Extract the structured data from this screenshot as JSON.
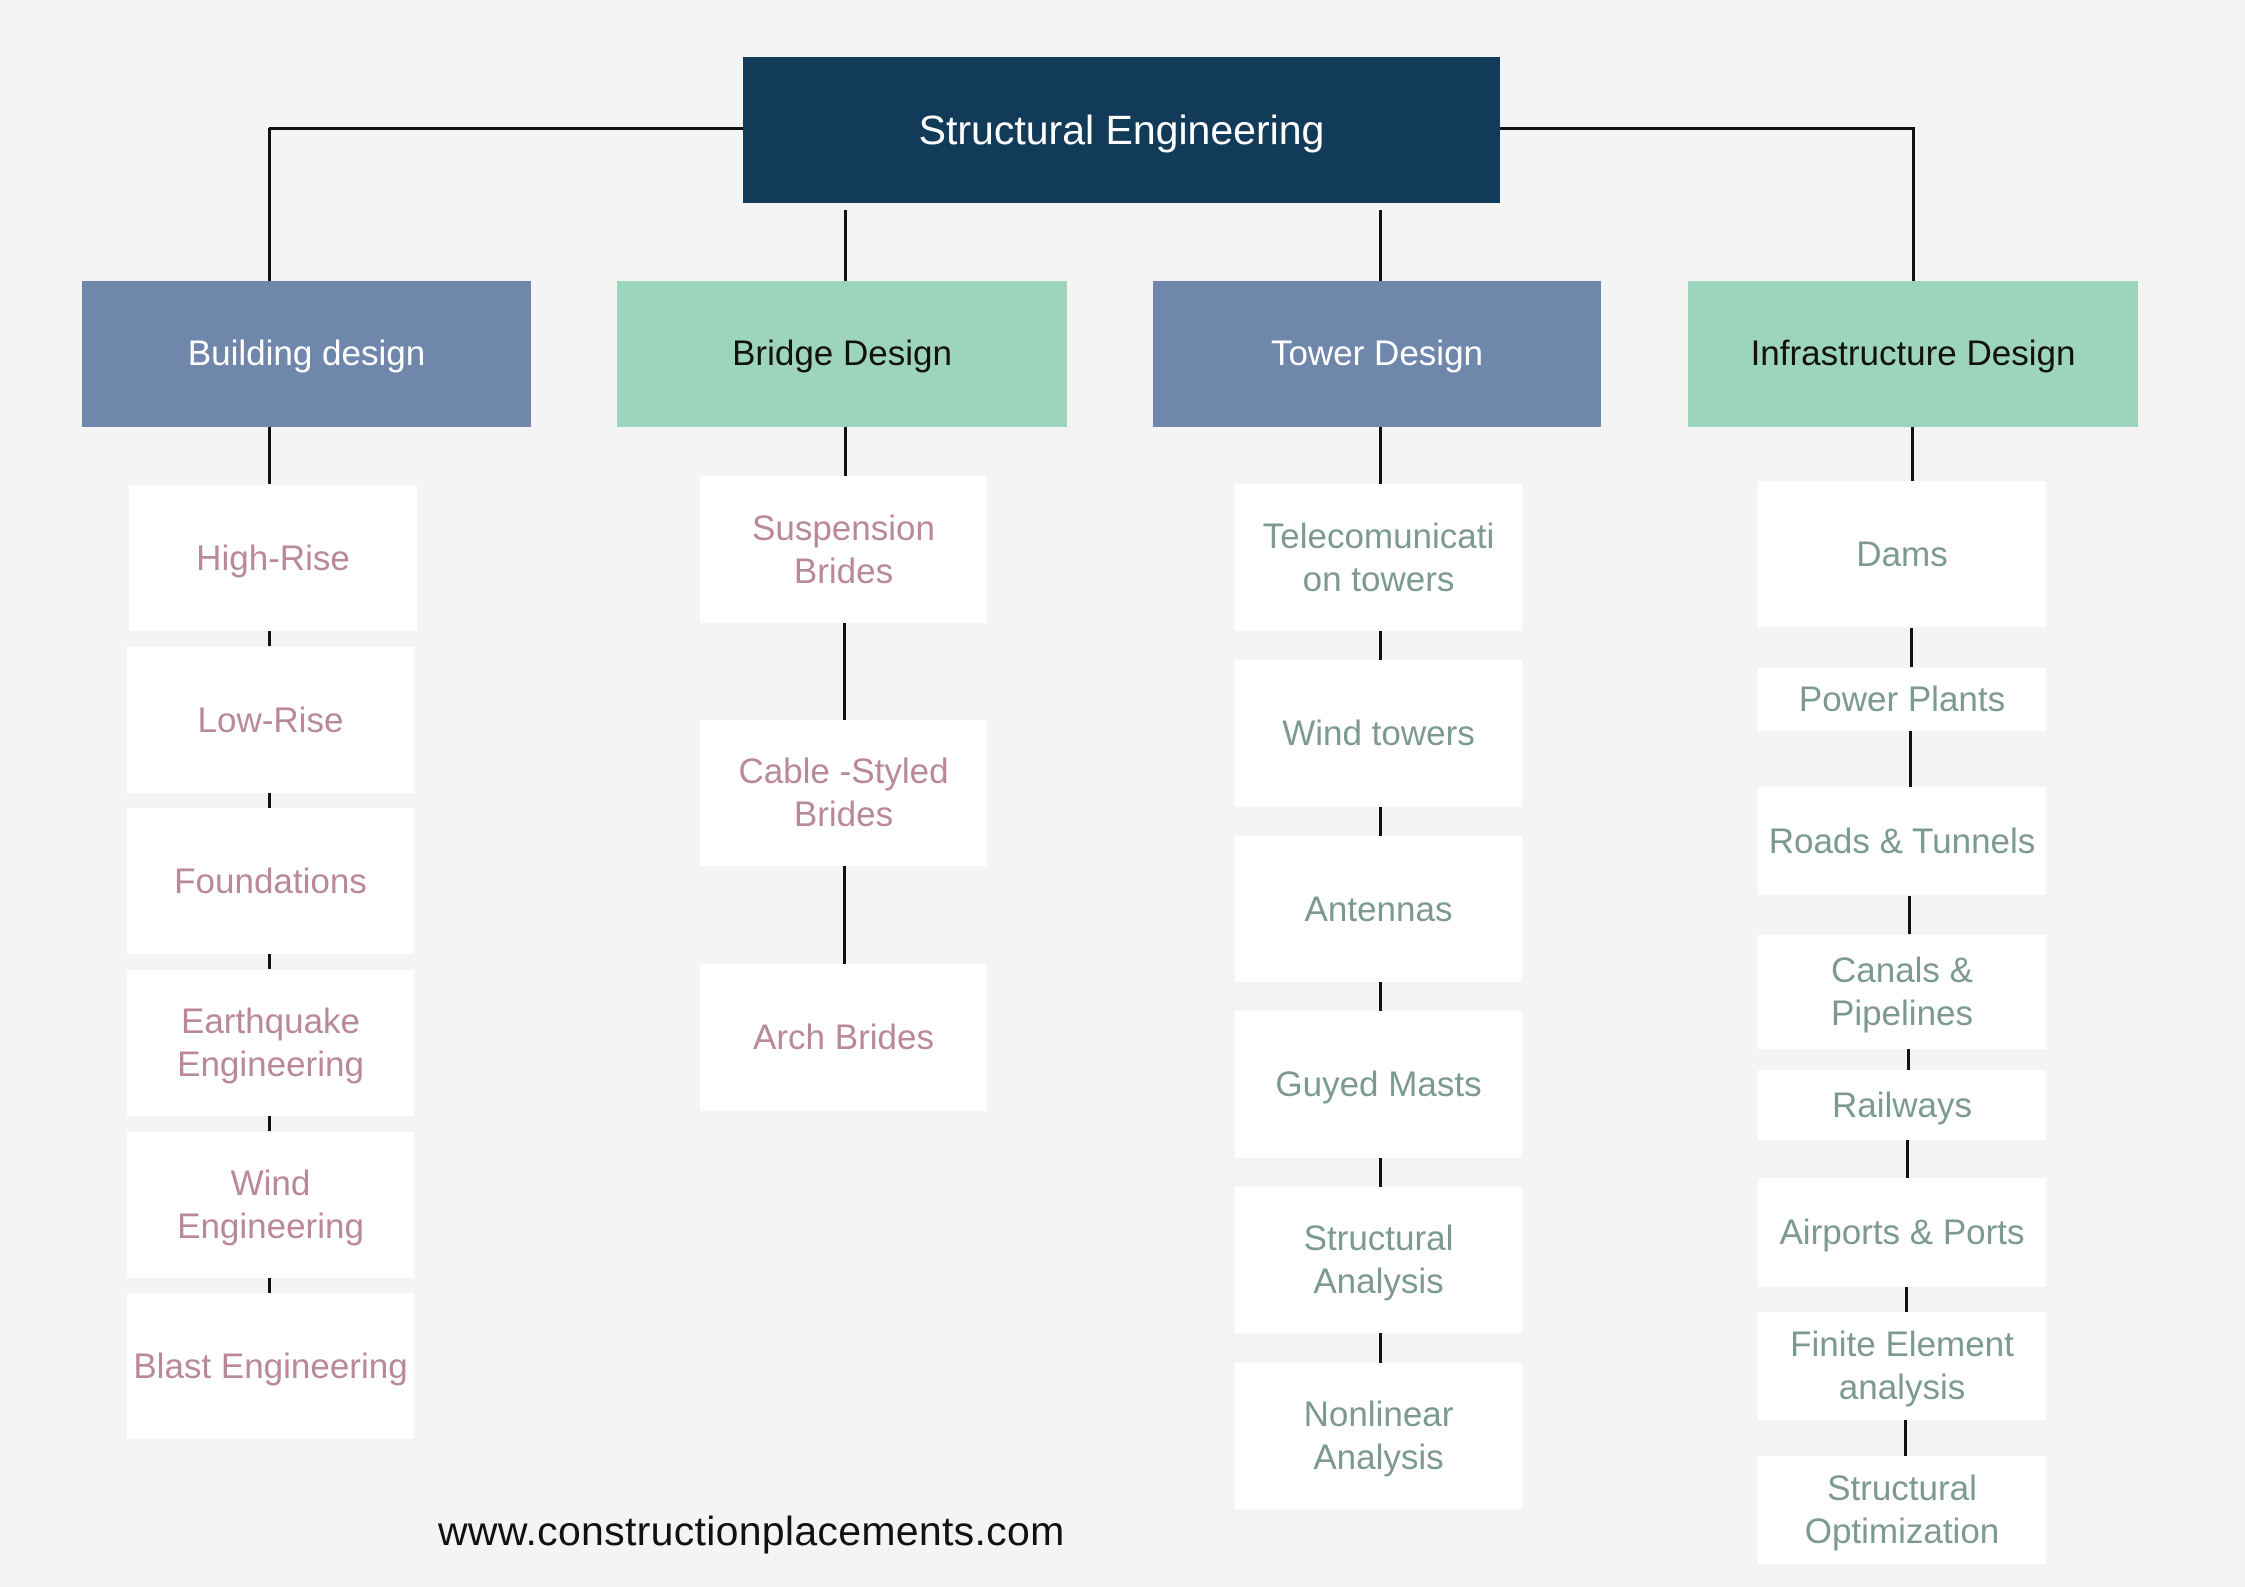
{
  "root": {
    "label": "Structural Engineering",
    "color": "#123a59"
  },
  "categories": [
    {
      "label": "Building design",
      "style": "blue",
      "items": [
        "High-Rise",
        "Low-Rise",
        "Foundations",
        "Earthquake Engineering",
        "Wind Engineering",
        "Blast Engineering"
      ]
    },
    {
      "label": "Bridge Design",
      "style": "green",
      "items": [
        "Suspension Brides",
        "Cable -Styled Brides",
        "Arch Brides"
      ]
    },
    {
      "label": "Tower Design",
      "style": "blue",
      "items": [
        "Telecomunicati on towers",
        "Wind towers",
        "Antennas",
        "Guyed Masts",
        "Structural Analysis",
        "Nonlinear Analysis"
      ]
    },
    {
      "label": "Infrastructure Design",
      "style": "green",
      "items": [
        "Dams",
        "Power Plants",
        "Roads & Tunnels",
        "Canals & Pipelines",
        "Railways",
        "Airports  & Ports",
        "Finite Element analysis",
        "Structural Optimization"
      ]
    }
  ],
  "colors": {
    "background": "#f4f4f4",
    "blue_category": "#6f87ab",
    "green_category": "#9dd4bc",
    "pink_text": "#b98a96",
    "teal_text": "#7c9a92"
  },
  "footer": {
    "url": "www.constructionplacements.com"
  }
}
